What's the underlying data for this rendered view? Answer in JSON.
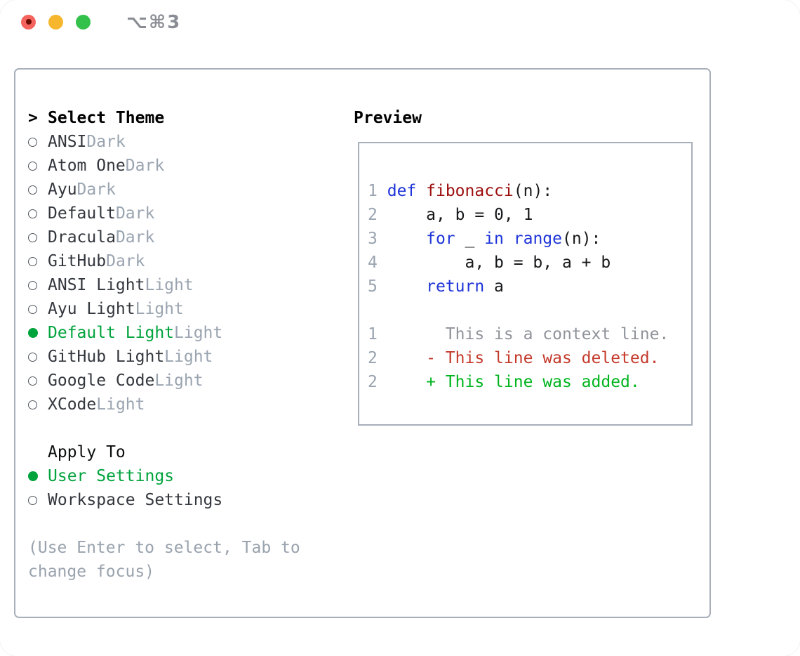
{
  "window": {
    "shortcut": "⌥⌘3",
    "traffic_lights": [
      "close-button",
      "minimize-button",
      "zoom-button"
    ]
  },
  "colors": {
    "accent_green": "#00a33c",
    "added_green": "#00b41e",
    "deleted_red": "#c43a2b",
    "keyword_blue": "#1e34d8",
    "function_red": "#9c0d0d",
    "muted_gray": "#9aa4b0",
    "context_gray": "#8f939a",
    "text_dark": "#33373d",
    "hint_gray": "#99a2ad",
    "border_gray": "#a7afba",
    "traffic_red": "#f4635d",
    "traffic_red_dot": "#6b0c02",
    "traffic_yellow": "#f6b62d",
    "traffic_green": "#34c14b"
  },
  "theme_panel": {
    "selector_marker": ">",
    "title": "Select Theme",
    "items": [
      {
        "name": "ANSI",
        "variant": "Dark",
        "selected": false
      },
      {
        "name": "Atom One",
        "variant": "Dark",
        "selected": false
      },
      {
        "name": "Ayu",
        "variant": "Dark",
        "selected": false
      },
      {
        "name": "Default",
        "variant": "Dark",
        "selected": false
      },
      {
        "name": "Dracula",
        "variant": "Dark",
        "selected": false
      },
      {
        "name": "GitHub",
        "variant": "Dark",
        "selected": false
      },
      {
        "name": "ANSI Light",
        "variant": "Light",
        "selected": false
      },
      {
        "name": "Ayu Light",
        "variant": "Light",
        "selected": false
      },
      {
        "name": "Default Light",
        "variant": "Light",
        "selected": true
      },
      {
        "name": "GitHub Light",
        "variant": "Light",
        "selected": false
      },
      {
        "name": "Google Code",
        "variant": "Light",
        "selected": false
      },
      {
        "name": "XCode",
        "variant": "Light",
        "selected": false
      }
    ],
    "apply_to": {
      "title": "Apply To",
      "options": [
        {
          "label": "User Settings",
          "selected": true
        },
        {
          "label": "Workspace Settings",
          "selected": false
        }
      ]
    },
    "hint": "(Use Enter to select, Tab to change focus)"
  },
  "preview": {
    "title": "Preview",
    "code_lines": [
      {
        "segments": [
          {
            "t": "1",
            "c": "num"
          },
          {
            "t": " "
          },
          {
            "t": "def",
            "c": "kw"
          },
          {
            "t": " "
          },
          {
            "t": "fibonacci",
            "c": "fn"
          },
          {
            "t": "(n):"
          }
        ]
      },
      {
        "segments": [
          {
            "t": "2",
            "c": "num"
          },
          {
            "t": "     a, b = 0, 1"
          }
        ]
      },
      {
        "segments": [
          {
            "t": "3",
            "c": "num"
          },
          {
            "t": "     "
          },
          {
            "t": "for",
            "c": "kw"
          },
          {
            "t": " _ "
          },
          {
            "t": "in",
            "c": "kw"
          },
          {
            "t": " "
          },
          {
            "t": "range",
            "c": "kw"
          },
          {
            "t": "(n):"
          }
        ]
      },
      {
        "segments": [
          {
            "t": "4",
            "c": "num"
          },
          {
            "t": "         a, b = b, a + b"
          }
        ]
      },
      {
        "segments": [
          {
            "t": "5",
            "c": "num"
          },
          {
            "t": "     "
          },
          {
            "t": "return",
            "c": "kw"
          },
          {
            "t": " a"
          }
        ]
      },
      {
        "segments": []
      },
      {
        "segments": [
          {
            "t": "1",
            "c": "num"
          },
          {
            "t": "       "
          },
          {
            "t": "This is a context line.",
            "c": "ctx"
          }
        ]
      },
      {
        "segments": [
          {
            "t": "2",
            "c": "num"
          },
          {
            "t": "     "
          },
          {
            "t": "- This line was deleted.",
            "c": "del"
          }
        ]
      },
      {
        "segments": [
          {
            "t": "2",
            "c": "num"
          },
          {
            "t": "     "
          },
          {
            "t": "+ This line was added.",
            "c": "add"
          }
        ]
      }
    ]
  }
}
